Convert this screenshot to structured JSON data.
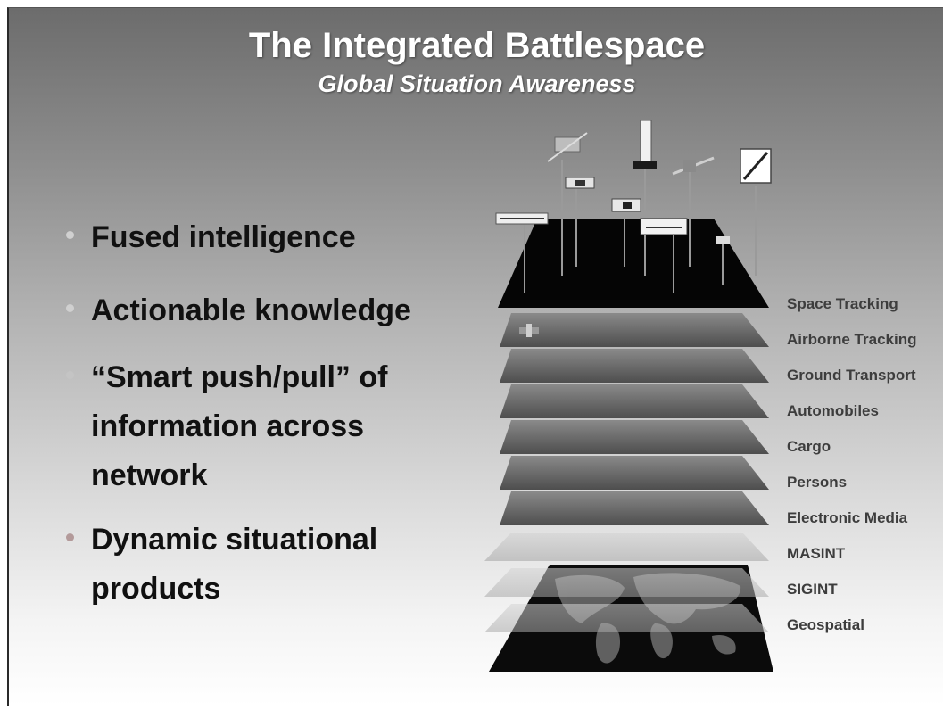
{
  "title": "The Integrated Battlespace",
  "subtitle": "Global Situation Awareness",
  "bullets": [
    {
      "text": "Fused intelligence"
    },
    {
      "text": "Actionable knowledge"
    },
    {
      "text": "“Smart push/pull” of information across network"
    },
    {
      "text": "Dynamic situational products"
    }
  ],
  "layers": [
    {
      "label": "Space Tracking"
    },
    {
      "label": "Airborne Tracking"
    },
    {
      "label": "Ground Transport"
    },
    {
      "label": "Automobiles"
    },
    {
      "label": "Cargo"
    },
    {
      "label": "Persons"
    },
    {
      "label": "Electronic Media"
    },
    {
      "label": "MASINT"
    },
    {
      "label": "SIGINT"
    },
    {
      "label": "Geospatial"
    }
  ]
}
